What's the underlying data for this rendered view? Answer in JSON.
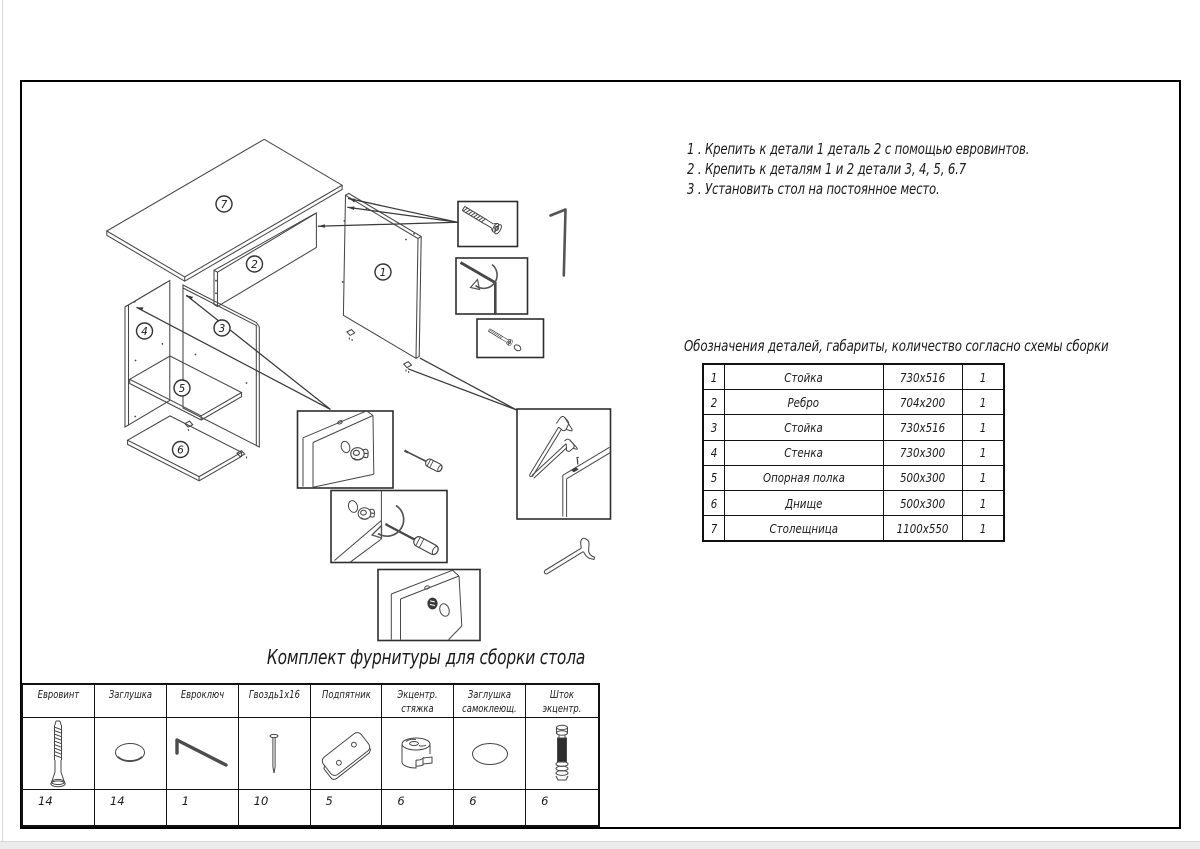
{
  "instructions": {
    "lines": [
      "1 . Крепить к детали 1 деталь 2 с помощью евровинтов.",
      "2 . Крепить к деталям 1 и 2 детали 3, 4, 5, 6.7",
      "3 . Установить стол на постоянное место."
    ]
  },
  "parts_table": {
    "title": "Обозначения деталей, габариты, количество согласно схемы сборки",
    "rows": [
      {
        "num": "1",
        "name": "Стойка",
        "size": "730x516",
        "qty": "1"
      },
      {
        "num": "2",
        "name": "Ребро",
        "size": "704x200",
        "qty": "1"
      },
      {
        "num": "3",
        "name": "Стойка",
        "size": "730x516",
        "qty": "1"
      },
      {
        "num": "4",
        "name": "Стенка",
        "size": "730x300",
        "qty": "1"
      },
      {
        "num": "5",
        "name": "Опорная полка",
        "size": "500x300",
        "qty": "1"
      },
      {
        "num": "6",
        "name": "Днище",
        "size": "500x300",
        "qty": "1"
      },
      {
        "num": "7",
        "name": "Столещница",
        "size": "1100x550",
        "qty": "1"
      }
    ]
  },
  "hardware_table": {
    "title": "Комплект фурнитуры для сборки стола",
    "columns": [
      {
        "line1": "Евровинт",
        "line2": "",
        "qty": "14",
        "icon": "euro-screw"
      },
      {
        "line1": "Заглушка",
        "line2": "",
        "qty": "14",
        "icon": "cap"
      },
      {
        "line1": "Евроключ",
        "line2": "",
        "qty": "1",
        "icon": "hex-key"
      },
      {
        "line1": "Гвоздь1х16",
        "line2": "",
        "qty": "10",
        "icon": "nail"
      },
      {
        "line1": "Подпятник",
        "line2": "",
        "qty": "5",
        "icon": "glide-plate"
      },
      {
        "line1": "Экцентр.",
        "line2": "стяжка",
        "qty": "6",
        "icon": "cam-lock"
      },
      {
        "line1": "Заглушка",
        "line2": "самоклеющ.",
        "qty": "6",
        "icon": "adhesive-cap"
      },
      {
        "line1": "Шток",
        "line2": "экцентр.",
        "qty": "6",
        "icon": "cam-bolt"
      }
    ]
  },
  "diagram": {
    "badges": [
      {
        "label": "1"
      },
      {
        "label": "2"
      },
      {
        "label": "3"
      },
      {
        "label": "4"
      },
      {
        "label": "5"
      },
      {
        "label": "6"
      },
      {
        "label": "7"
      }
    ]
  },
  "colors": {
    "line": "#474747",
    "leader": "#3a3a3a",
    "text": "#1b1b1b",
    "table_border": "#111111",
    "background": "#ffffff"
  }
}
